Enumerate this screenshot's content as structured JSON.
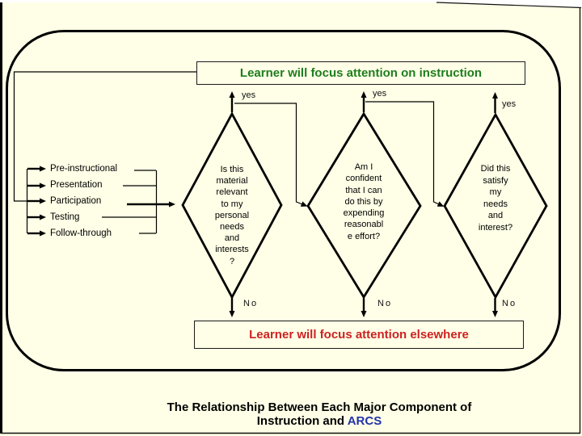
{
  "top_box": {
    "label": "Learner will focus attention on instruction"
  },
  "bottom_box": {
    "label": "Learner will focus attention elsewhere"
  },
  "components": {
    "items": [
      "Pre-instructional",
      "Presentation",
      "Participation",
      "Testing",
      "Follow-through"
    ]
  },
  "decisions": [
    {
      "question": "Is this\nmaterial\nrelevant\nto my\npersonal\nneeds\nand\ninterests\n?",
      "yes": "yes",
      "no": "No"
    },
    {
      "question": "Am I\nconfident\nthat I can\ndo this by\nexpending\nreasonabl\ne effort?",
      "yes": "yes",
      "no": "No"
    },
    {
      "question": "Did this\nsatisfy\nmy\nneeds\nand\ninterest?",
      "yes": "yes",
      "no": "No"
    }
  ],
  "caption": {
    "line1": "The Relationship Between Each Major Component of",
    "line2_prefix": "Instruction and ",
    "line2_highlight": "ARCS"
  },
  "colors": {
    "background": "#FFFFE7",
    "top_box_text": "#1E7D1E",
    "bottom_box_text": "#CC2222",
    "caption_highlight": "#2233AA",
    "line": "#000000"
  }
}
